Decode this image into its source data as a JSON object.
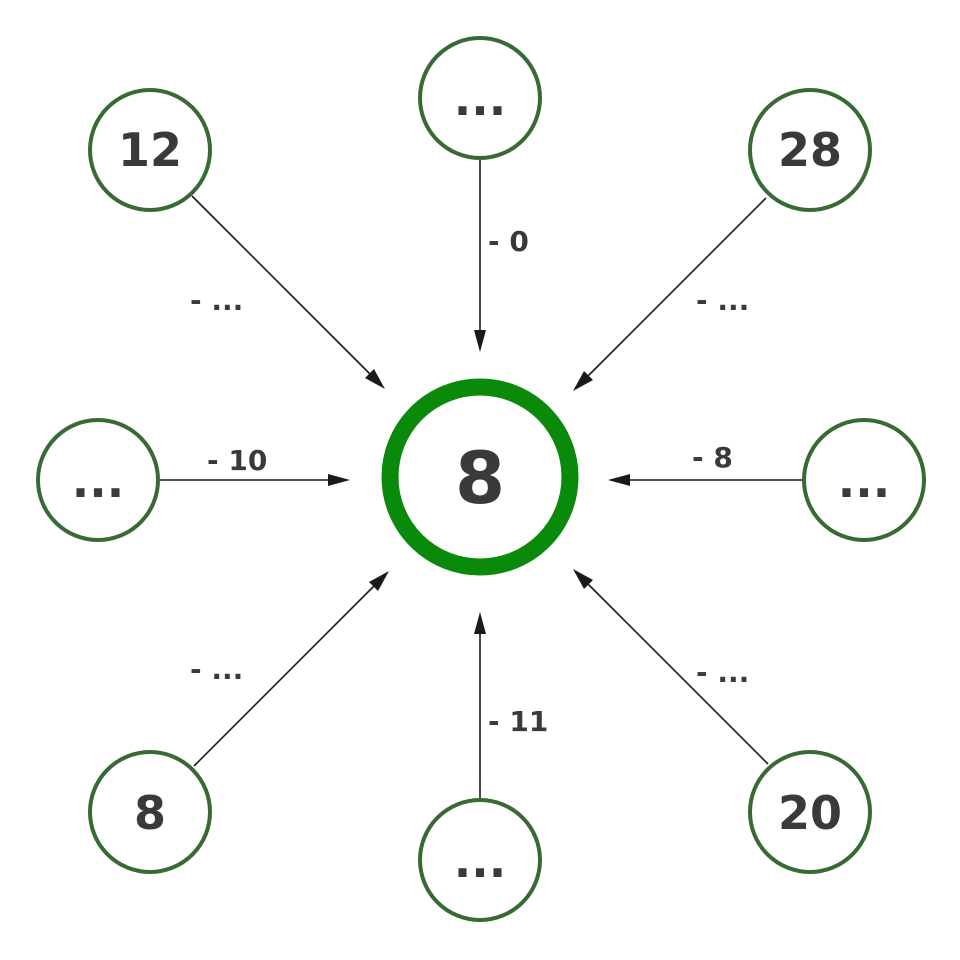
{
  "center": {
    "value": "8"
  },
  "nodes": [
    {
      "id": "top",
      "value": "...",
      "edge_label": "- 0"
    },
    {
      "id": "top-right",
      "value": "28",
      "edge_label": "- ..."
    },
    {
      "id": "right",
      "value": "...",
      "edge_label": "- 8"
    },
    {
      "id": "bottom-right",
      "value": "20",
      "edge_label": "- ..."
    },
    {
      "id": "bottom",
      "value": "...",
      "edge_label": "- 11"
    },
    {
      "id": "bottom-left",
      "value": "8",
      "edge_label": "- ..."
    },
    {
      "id": "left",
      "value": "...",
      "edge_label": "- 10"
    },
    {
      "id": "top-left",
      "value": "12",
      "edge_label": "- ..."
    }
  ],
  "colors": {
    "node_stroke": "#386a33",
    "center_stroke": "#0a8a0a",
    "text": "#3a3a3a",
    "edge": "#1a1a1a"
  }
}
